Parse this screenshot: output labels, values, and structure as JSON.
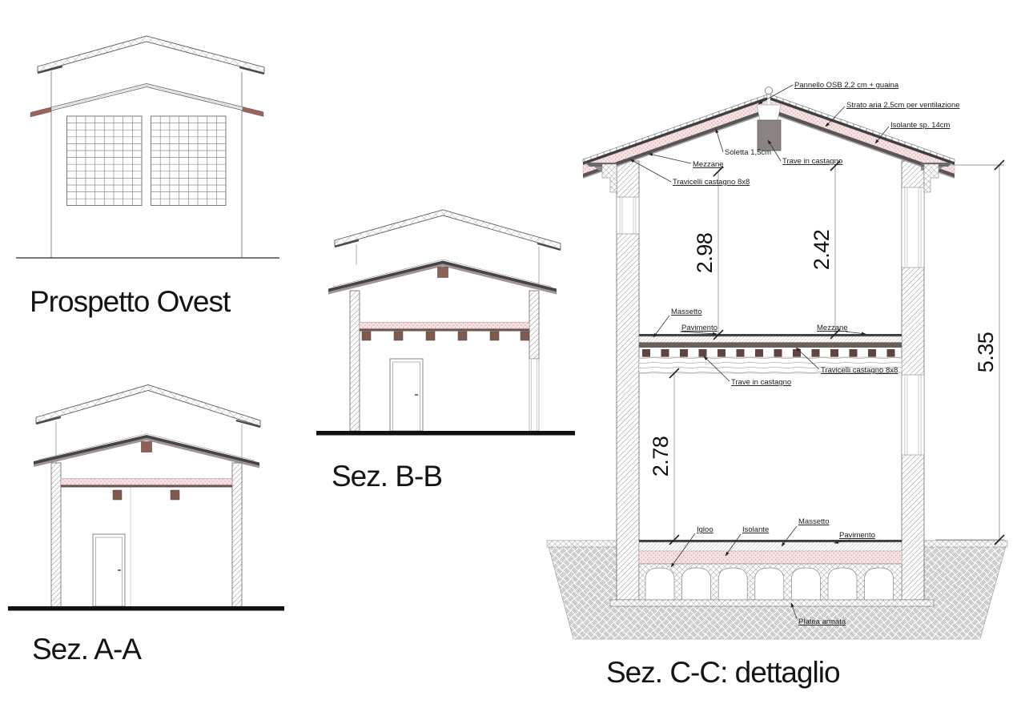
{
  "drawings": {
    "prospetto_ovest": {
      "title": "Prospetto Ovest"
    },
    "sez_aa": {
      "title": "Sez. A-A"
    },
    "sez_bb": {
      "title": "Sez. B-B"
    },
    "sez_cc": {
      "title": "Sez. C-C: dettaglio",
      "roof": {
        "pannello_osb": "Pannello OSB 2,2 cm + guaina",
        "strato_aria": "Strato aria 2,5cm per ventilazione",
        "isolante": "Isolante sp. 14cm",
        "soletta": "Soletta 1,5cm",
        "mezzane": "Mezzane",
        "trave": "Trave in castagno",
        "travicelli": "Travicelli castagno 8x8"
      },
      "floor": {
        "massetto": "Massetto",
        "pavimento": "Pavimento",
        "mezzane": "Mezzane",
        "travicelli": "Travicelli castagno 8x8",
        "trave": "Trave in castagno"
      },
      "foundation": {
        "igloo": "Igloo",
        "isolante": "Isolante",
        "massetto": "Massetto",
        "pavimento": "Pavimento",
        "platea": "Platea armata"
      },
      "dims": {
        "piano_primo": "2.98",
        "piano_primo_gronda": "2.42",
        "piano_terra": "2.78",
        "totale": "5.35"
      }
    }
  },
  "colors": {
    "insulation_pink": "#f6e2e2",
    "wood_brown": "#7d5a50",
    "roof_dark": "#3e3e3e",
    "ink": "#1c1c1c"
  }
}
